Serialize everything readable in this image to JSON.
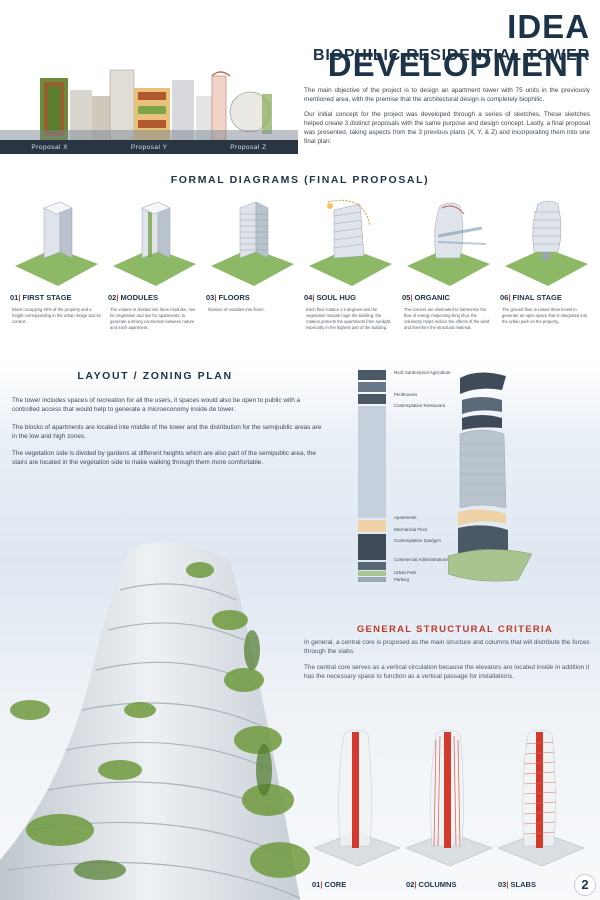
{
  "header": {
    "title": "IDEA DEVELOPMENT",
    "subtitle": "BIOPHILIC RESIDENTIAL TOWER"
  },
  "proposals": [
    "Proposal X",
    "Proposal Y",
    "Proposal Z"
  ],
  "intro": {
    "p1": "The main objective of the project is to design an apartment tower with 75 units in the previously mentioned area, with the premise that the architectural design is completely biophilic.",
    "p2": "Our initial concept for the project was developed through a series of sketches. These sketches helped create 3 distinct proposals with the same purpose and design concept. Lastly, a final proposal was presented, taking aspects from the 3 previous plans (X, Y, & Z) and incorporating them into one final plan:"
  },
  "formal": {
    "title": "FORMAL DIAGRAMS (FINAL PROPOSAL)",
    "stages": [
      {
        "num": "01",
        "name": "FIRST STAGE",
        "desc": "Block occupying 40% of the property and a height corresponding to the urban image and its context."
      },
      {
        "num": "02",
        "name": "MODULES",
        "desc": "The volume is divided into three modules, one for vegetation and two for apartments, to generate a strong connection between nature and each apartment."
      },
      {
        "num": "03",
        "name": "FLOORS",
        "desc": "Division of modules into floors."
      },
      {
        "num": "04",
        "name": "SOUL HUG",
        "desc": "Each floor rotates 1.5 degrees and the vegetation module hugs the building; the rotation protects the apartments from sunlight, especially in the highest part of the building."
      },
      {
        "num": "05",
        "name": "ORGANIC",
        "desc": "The corners are eliminated to harmonize the flow of energy respecting feng shui; the volumetry helps reduce the effects of the wind and therefore the structural material."
      },
      {
        "num": "06",
        "name": "FINAL STAGE",
        "desc": "The ground floor is raised three levels to generate an open space that is integrated into the urban park on the property."
      }
    ]
  },
  "layout": {
    "title": "LAYOUT / ZONING PLAN",
    "p1": "The tower includes spaces of recreation for all the users, it spaces would also be open to public with a controlled access that would help to generate a microeconomy inside de tower.",
    "p2": "The blocks of apartments are located inte middle of the tower and the distribution for the semipublic areas are in the low and high zones.",
    "p3": "The vegetation side is divided by gardens at different heights which are also part of the semipublic area, the stairs are located in the vegetation side to make walking through them more comfortable.",
    "zones": [
      {
        "label": "Roof Garden/pool Agriculture",
        "color": "#4b5866"
      },
      {
        "label": "Penthouses",
        "color": "#6a7987"
      },
      {
        "label": "Contemplation Restaurant",
        "color": "#4b5866"
      },
      {
        "label": "Apartments",
        "color": "#c5d0dc"
      },
      {
        "label": "Mechanical Floor",
        "color": "#f0d2a8"
      },
      {
        "label": "Contemplation Spa/gym",
        "color": "#3f4b58"
      },
      {
        "label": "Commercial Administration/coffee",
        "color": "#5a6775"
      },
      {
        "label": "Urban Park",
        "color": "#a9c48f"
      },
      {
        "label": "Parking",
        "color": "#9aa7b4"
      }
    ]
  },
  "structural": {
    "title": "GENERAL STRUCTURAL CRITERIA",
    "p1": "In general, a central core is proposed as the main structure and columns that will distribute the forces through the slabs.",
    "p2": "The central core serves as a vertical circulation because the elevators are located inside in addition it has the necessary space to function as a vertical passage for installations.",
    "items": [
      {
        "num": "01",
        "name": "CORE"
      },
      {
        "num": "02",
        "name": "COLUMNS"
      },
      {
        "num": "03",
        "name": "SLABS"
      }
    ]
  },
  "page_number": "2",
  "colors": {
    "navy": "#1d3347",
    "accent_red": "#c0392b",
    "vegetation": "#8db866",
    "tower_gray": "#c9d2db"
  }
}
